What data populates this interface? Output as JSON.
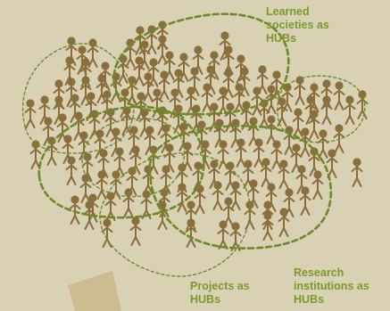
{
  "labels": {
    "learned_societies": [
      "Learned",
      "societies as",
      "HUBs"
    ],
    "projects": [
      "Projects as",
      "HUBs"
    ],
    "research_institutions": [
      "Research",
      "institutions as",
      "HUBs"
    ]
  },
  "colors": {
    "background": "#d9d1b4",
    "figure": "#8a6f3c",
    "hub_outline": "#6b8a2a",
    "label_text": "#7a9a2e",
    "corner_shape": "#c8b98c"
  },
  "icons": {
    "person": "person-icon"
  }
}
